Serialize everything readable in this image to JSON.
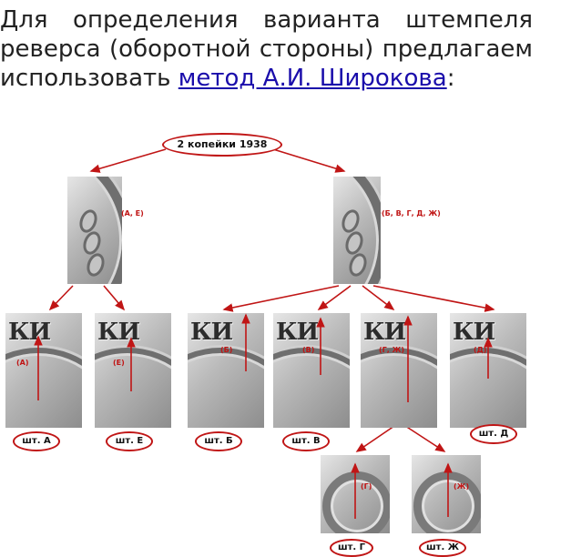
{
  "intro": {
    "text_before": "Для определения варианта штемпеля реверса (оборотной стороны) предлагаем использовать ",
    "link_text": "метод А.И. Широкова",
    "text_after": ":"
  },
  "diagram": {
    "title": "2 копейки 1938",
    "coin_letters": "КИ",
    "branch_labels": {
      "left": "(А, Е)",
      "right": "(Б, В, Г, Д, Ж)"
    },
    "photo_labels": {
      "a": "(А)",
      "e": "(Е)",
      "b": "(Б)",
      "v": "(В)",
      "gzh": "(Г, Ж)",
      "d": "(Д)",
      "g": "(Г)",
      "zh": "(Ж)"
    },
    "stamps": {
      "a": "шт. А",
      "e": "шт. Е",
      "b": "шт. Б",
      "v": "шт. В",
      "d": "шт. Д",
      "g": "шт. Г",
      "zh": "шт. Ж"
    },
    "accent_color": "#c01515"
  }
}
